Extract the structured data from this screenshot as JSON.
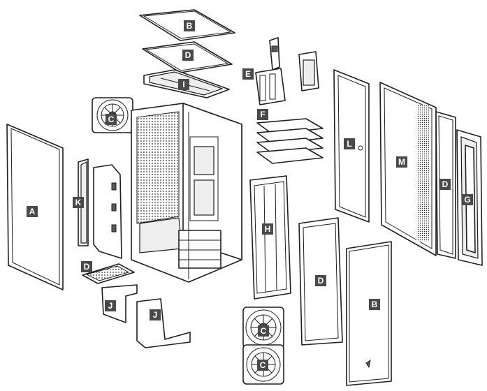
{
  "labels": {
    "a": "A",
    "b_top": "B",
    "b_bottom": "B",
    "c_top": "C",
    "c_fan_1": "C",
    "c_fan_2": "C",
    "d_top": "D",
    "d_bottom_filter": "D",
    "d_front_filter": "D",
    "d_side_filter": "D",
    "e": "E",
    "f": "F",
    "g": "G",
    "h": "H",
    "i": "I",
    "j_left": "J",
    "j_right": "J",
    "k": "K",
    "l": "L",
    "m": "M"
  }
}
